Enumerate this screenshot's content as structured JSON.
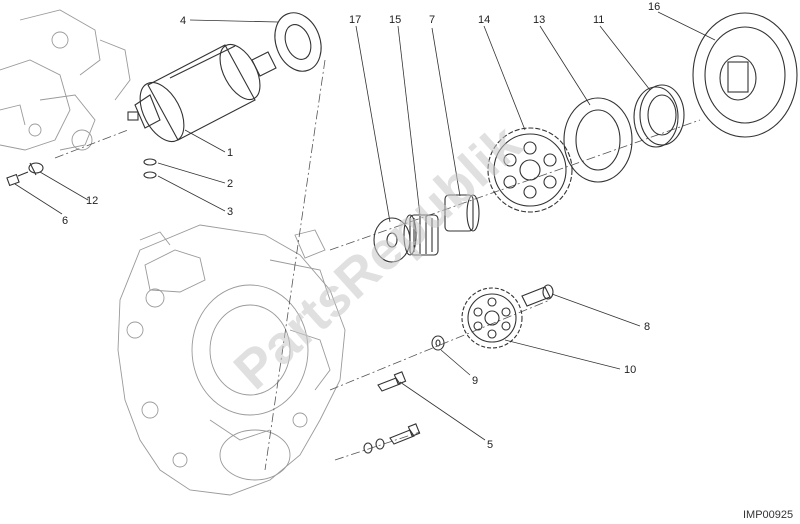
{
  "callouts": [
    {
      "id": "c1",
      "text": "1"
    },
    {
      "id": "c2",
      "text": "2"
    },
    {
      "id": "c3",
      "text": "3"
    },
    {
      "id": "c4",
      "text": "4"
    },
    {
      "id": "c5",
      "text": "5"
    },
    {
      "id": "c6",
      "text": "6"
    },
    {
      "id": "c7",
      "text": "7"
    },
    {
      "id": "c8",
      "text": "8"
    },
    {
      "id": "c9",
      "text": "9"
    },
    {
      "id": "c10",
      "text": "10"
    },
    {
      "id": "c11",
      "text": "11"
    },
    {
      "id": "c12",
      "text": "12"
    },
    {
      "id": "c13",
      "text": "13"
    },
    {
      "id": "c14",
      "text": "14"
    },
    {
      "id": "c15",
      "text": "15"
    },
    {
      "id": "c16",
      "text": "16"
    },
    {
      "id": "c17",
      "text": "17"
    }
  ],
  "drawing_code": "IMP00925",
  "watermark": "PartsRepublik"
}
